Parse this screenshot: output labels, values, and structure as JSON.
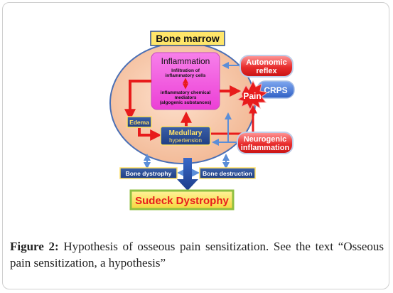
{
  "diagram": {
    "bone_marrow": "Bone marrow",
    "inflammation": {
      "title": "Inflammation",
      "line1": "Infiltration of",
      "line2": "inflammatory cells",
      "line3": "inflammatory chemical",
      "line4": "mediators",
      "line5": "(algogenic substances)"
    },
    "autonomic_reflex": {
      "line1": "Autonomic",
      "line2": "reflex"
    },
    "pain": "Pain",
    "crps": "CRPS",
    "edema": "Edema",
    "medullary": {
      "line1": "Medullary",
      "line2": "hypertension"
    },
    "neurogenic": {
      "line1": "Neurogenic",
      "line2": "inflammation"
    },
    "bone_dystrophy": "Bone dystrophy",
    "bone_destruction": "Bone destruction",
    "sudeck": "Sudeck Dystrophy"
  },
  "caption": {
    "label": "Figure 2:",
    "text": " Hypothesis of osseous pain sensitization. See the text “Osseous pain sensitization, a hypothesis”"
  },
  "colors": {
    "marrow_fill": "#f7c7a8",
    "inflammation_fill": "#f15ae0",
    "arrow_red": "#e81b1b",
    "arrow_blue": "#5b8ed8",
    "crps_fill": "#3d6ed0",
    "sudeck_border": "#8fbf40"
  }
}
